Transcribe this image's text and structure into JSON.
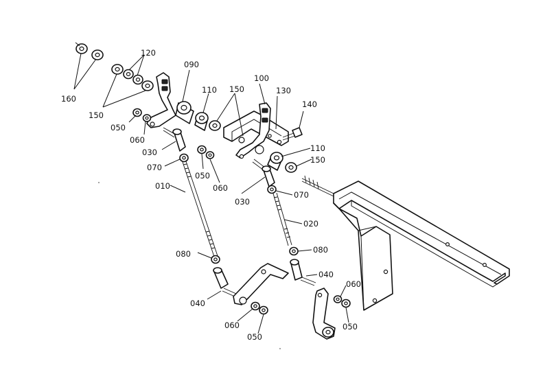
{
  "labels": {
    "l160": "160",
    "l120": "120",
    "l150a": "150",
    "l090": "090",
    "l050a": "050",
    "l060a": "060",
    "l030a": "030",
    "l070a": "070",
    "l010": "010",
    "l110a": "110",
    "l150b": "150",
    "l100": "100",
    "l130": "130",
    "l140": "140",
    "l110b": "110",
    "l150c": "150",
    "l050b": "050",
    "l060b": "060",
    "l030b": "030",
    "l070b": "070",
    "l020": "020",
    "l080a": "080",
    "l080b": "080",
    "l040a": "040",
    "l040b": "040",
    "l060c": "060",
    "l050c": "050",
    "l060d": "060",
    "l050d": "050"
  }
}
